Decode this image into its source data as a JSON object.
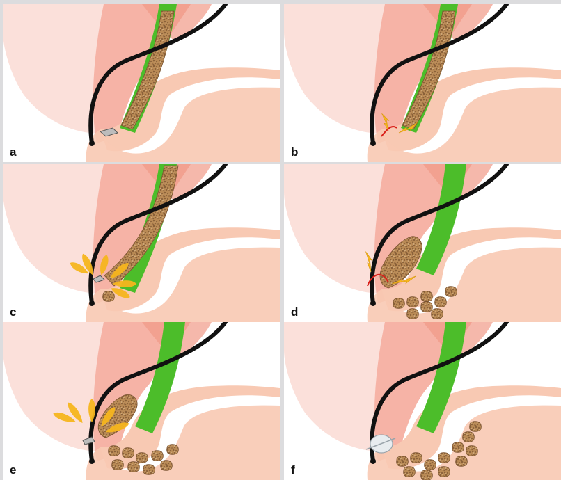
{
  "figure": {
    "panels": [
      {
        "id": "a",
        "label": "a",
        "stage": 0
      },
      {
        "id": "b",
        "label": "b",
        "stage": 1
      },
      {
        "id": "c",
        "label": "c",
        "stage": 2
      },
      {
        "id": "d",
        "label": "d",
        "stage": 3
      },
      {
        "id": "e",
        "label": "e",
        "stage": 4
      },
      {
        "id": "f",
        "label": "f",
        "stage": 5
      }
    ],
    "colors": {
      "background": "#dcdcde",
      "panel": "#ffffff",
      "organ_light": "#fbe0da",
      "organ_mid": "#f6b3a6",
      "organ_dark": "#f19a88",
      "duodenum": "#f8c9b3",
      "duct": "#4cbd2a",
      "stone": "#b98a55",
      "stone_dark": "#7a5330",
      "endoscope": "#111111",
      "shockwave": "#f6b51e",
      "fiber": "#d9201a",
      "balloon": "#e8ecef"
    },
    "icons": [
      "endoscope-tip-icon",
      "laser-fiber-icon",
      "shockwave-icon",
      "stone-fragment-icon",
      "balloon-icon"
    ]
  }
}
